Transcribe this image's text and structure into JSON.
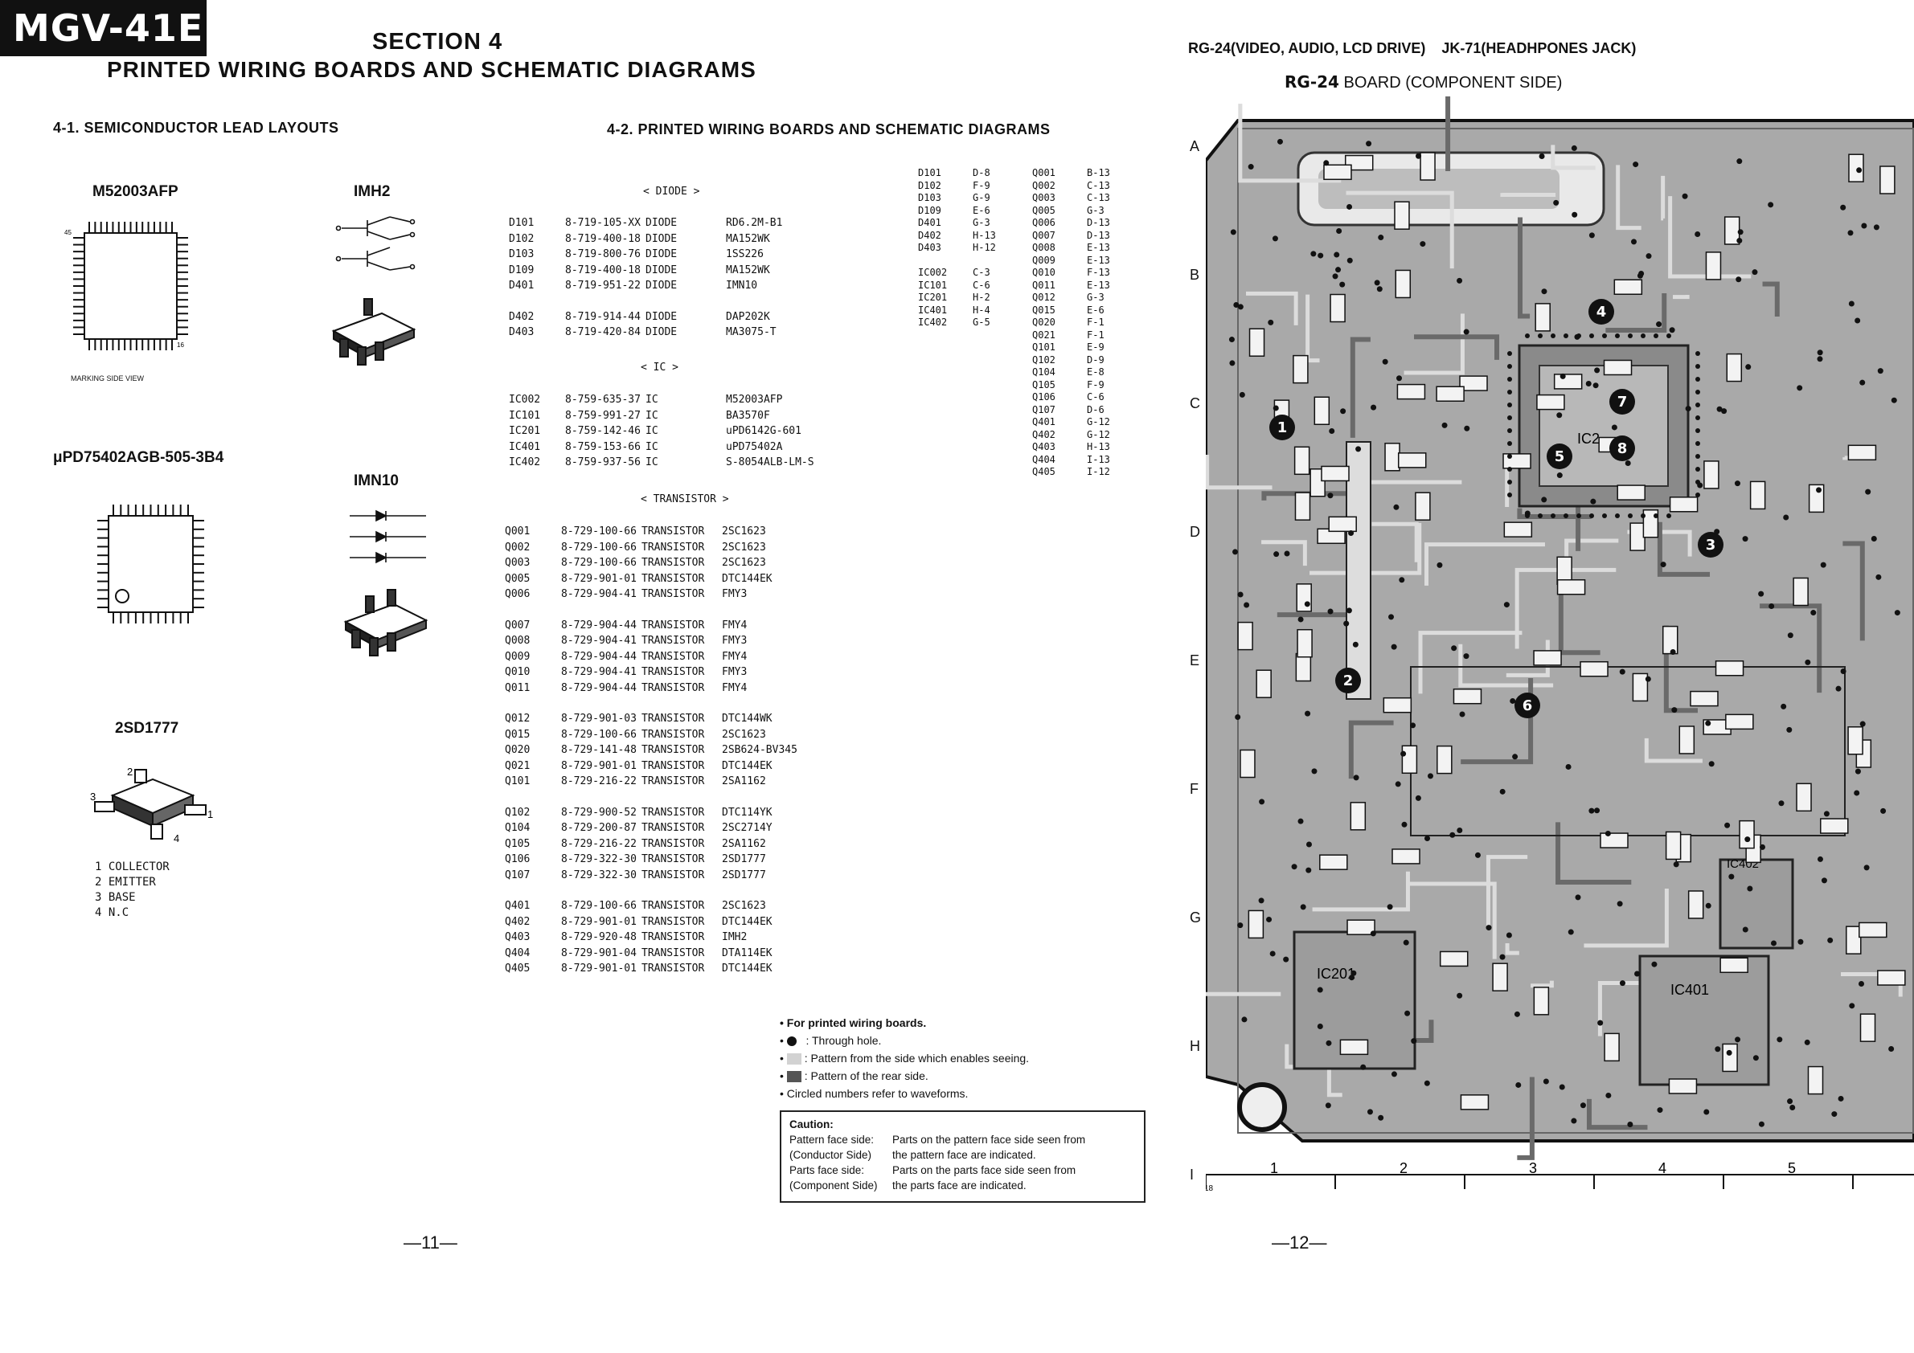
{
  "header": {
    "model": "MGV-41E",
    "section_number": "SECTION 4",
    "section_title": "PRINTED WIRING BOARDS AND SCHEMATIC DIAGRAMS"
  },
  "left_page": {
    "heading": "4-1. SEMICONDUCTOR LEAD LAYOUTS",
    "parts": {
      "m52003afp": "M52003AFP",
      "m52003afp_note": "MARKING SIDE VIEW",
      "imh2": "IMH2",
      "upd75402": "μPD75402AGB-505-3B4",
      "imn10": "IMN10",
      "sd1777": "2SD1777"
    },
    "pin_legend": [
      "1 COLLECTOR",
      "2 EMITTER",
      "3 BASE",
      "4 N.C"
    ],
    "page_number": "—11—"
  },
  "middle": {
    "heading": "4-2. PRINTED WIRING BOARDS AND SCHEMATIC DIAGRAMS",
    "diode_header": "< DIODE >",
    "diodes": [
      {
        "ref": "D101",
        "part": "8-719-105-XX",
        "type": "DIODE",
        "name": "RD6.2M-B1"
      },
      {
        "ref": "D102",
        "part": "8-719-400-18",
        "type": "DIODE",
        "name": "MA152WK"
      },
      {
        "ref": "D103",
        "part": "8-719-800-76",
        "type": "DIODE",
        "name": "1SS226"
      },
      {
        "ref": "D109",
        "part": "8-719-400-18",
        "type": "DIODE",
        "name": "MA152WK"
      },
      {
        "ref": "D401",
        "part": "8-719-951-22",
        "type": "DIODE",
        "name": "IMN10"
      },
      {
        "ref": "D402",
        "part": "8-719-914-44",
        "type": "DIODE",
        "name": "DAP202K"
      },
      {
        "ref": "D403",
        "part": "8-719-420-84",
        "type": "DIODE",
        "name": "MA3075-T"
      }
    ],
    "ic_header": "< IC >",
    "ics": [
      {
        "ref": "IC002",
        "part": "8-759-635-37",
        "type": "IC",
        "name": "M52003AFP"
      },
      {
        "ref": "IC101",
        "part": "8-759-991-27",
        "type": "IC",
        "name": "BA3570F"
      },
      {
        "ref": "IC201",
        "part": "8-759-142-46",
        "type": "IC",
        "name": "uPD6142G-601"
      },
      {
        "ref": "IC401",
        "part": "8-759-153-66",
        "type": "IC",
        "name": "uPD75402A"
      },
      {
        "ref": "IC402",
        "part": "8-759-937-56",
        "type": "IC",
        "name": "S-8054ALB-LM-S"
      }
    ],
    "tr_header": "< TRANSISTOR >",
    "transistors": [
      {
        "ref": "Q001",
        "part": "8-729-100-66",
        "type": "TRANSISTOR",
        "name": "2SC1623"
      },
      {
        "ref": "Q002",
        "part": "8-729-100-66",
        "type": "TRANSISTOR",
        "name": "2SC1623"
      },
      {
        "ref": "Q003",
        "part": "8-729-100-66",
        "type": "TRANSISTOR",
        "name": "2SC1623"
      },
      {
        "ref": "Q005",
        "part": "8-729-901-01",
        "type": "TRANSISTOR",
        "name": "DTC144EK"
      },
      {
        "ref": "Q006",
        "part": "8-729-904-41",
        "type": "TRANSISTOR",
        "name": "FMY3"
      },
      {
        "ref": "Q007",
        "part": "8-729-904-44",
        "type": "TRANSISTOR",
        "name": "FMY4"
      },
      {
        "ref": "Q008",
        "part": "8-729-904-41",
        "type": "TRANSISTOR",
        "name": "FMY3"
      },
      {
        "ref": "Q009",
        "part": "8-729-904-44",
        "type": "TRANSISTOR",
        "name": "FMY4"
      },
      {
        "ref": "Q010",
        "part": "8-729-904-41",
        "type": "TRANSISTOR",
        "name": "FMY3"
      },
      {
        "ref": "Q011",
        "part": "8-729-904-44",
        "type": "TRANSISTOR",
        "name": "FMY4"
      },
      {
        "ref": "Q012",
        "part": "8-729-901-03",
        "type": "TRANSISTOR",
        "name": "DTC144WK"
      },
      {
        "ref": "Q015",
        "part": "8-729-100-66",
        "type": "TRANSISTOR",
        "name": "2SC1623"
      },
      {
        "ref": "Q020",
        "part": "8-729-141-48",
        "type": "TRANSISTOR",
        "name": "2SB624-BV345"
      },
      {
        "ref": "Q021",
        "part": "8-729-901-01",
        "type": "TRANSISTOR",
        "name": "DTC144EK"
      },
      {
        "ref": "Q101",
        "part": "8-729-216-22",
        "type": "TRANSISTOR",
        "name": "2SA1162"
      },
      {
        "ref": "Q102",
        "part": "8-729-900-52",
        "type": "TRANSISTOR",
        "name": "DTC114YK"
      },
      {
        "ref": "Q104",
        "part": "8-729-200-87",
        "type": "TRANSISTOR",
        "name": "2SC2714Y"
      },
      {
        "ref": "Q105",
        "part": "8-729-216-22",
        "type": "TRANSISTOR",
        "name": "2SA1162"
      },
      {
        "ref": "Q106",
        "part": "8-729-322-30",
        "type": "TRANSISTOR",
        "name": "2SD1777"
      },
      {
        "ref": "Q107",
        "part": "8-729-322-30",
        "type": "TRANSISTOR",
        "name": "2SD1777"
      },
      {
        "ref": "Q401",
        "part": "8-729-100-66",
        "type": "TRANSISTOR",
        "name": "2SC1623"
      },
      {
        "ref": "Q402",
        "part": "8-729-901-01",
        "type": "TRANSISTOR",
        "name": "DTC144EK"
      },
      {
        "ref": "Q403",
        "part": "8-729-920-48",
        "type": "TRANSISTOR",
        "name": "IMH2"
      },
      {
        "ref": "Q404",
        "part": "8-729-901-04",
        "type": "TRANSISTOR",
        "name": "DTA114EK"
      },
      {
        "ref": "Q405",
        "part": "8-729-901-01",
        "type": "TRANSISTOR",
        "name": "DTC144EK"
      }
    ],
    "locations_a": [
      [
        "D101",
        "D-8"
      ],
      [
        "D102",
        "F-9"
      ],
      [
        "D103",
        "G-9"
      ],
      [
        "D109",
        "E-6"
      ],
      [
        "D401",
        "G-3"
      ],
      [
        "D402",
        "H-13"
      ],
      [
        "D403",
        "H-12"
      ],
      [
        "",
        ""
      ],
      [
        "IC002",
        "C-3"
      ],
      [
        "IC101",
        "C-6"
      ],
      [
        "IC201",
        "H-2"
      ],
      [
        "IC401",
        "H-4"
      ],
      [
        "IC402",
        "G-5"
      ]
    ],
    "locations_b": [
      [
        "Q001",
        "B-13"
      ],
      [
        "Q002",
        "C-13"
      ],
      [
        "Q003",
        "C-13"
      ],
      [
        "Q005",
        "G-3"
      ],
      [
        "Q006",
        "D-13"
      ],
      [
        "Q007",
        "D-13"
      ],
      [
        "Q008",
        "E-13"
      ],
      [
        "Q009",
        "E-13"
      ],
      [
        "Q010",
        "F-13"
      ],
      [
        "Q011",
        "E-13"
      ],
      [
        "Q012",
        "G-3"
      ],
      [
        "Q015",
        "E-6"
      ],
      [
        "Q020",
        "F-1"
      ],
      [
        "Q021",
        "F-1"
      ],
      [
        "Q101",
        "E-9"
      ],
      [
        "Q102",
        "D-9"
      ],
      [
        "Q104",
        "E-8"
      ],
      [
        "Q105",
        "F-9"
      ],
      [
        "Q106",
        "C-6"
      ],
      [
        "Q107",
        "D-6"
      ],
      [
        "Q401",
        "G-12"
      ],
      [
        "Q402",
        "G-12"
      ],
      [
        "Q403",
        "H-13"
      ],
      [
        "Q404",
        "I-13"
      ],
      [
        "Q405",
        "I-12"
      ]
    ],
    "legend": {
      "title": "For printed wiring boards.",
      "items": [
        ": Through hole.",
        ": Pattern from the side which enables seeing.",
        ": Pattern of the rear side.",
        "Circled numbers refer to waveforms."
      ]
    },
    "caution": {
      "title": "Caution:",
      "lines": [
        [
          "Pattern face side:",
          "Parts on the pattern face side seen from"
        ],
        [
          "(Conductor Side)",
          "the pattern face are indicated."
        ],
        [
          "Parts face side:",
          "Parts on the parts face side seen from"
        ],
        [
          "(Component Side)",
          "the parts face are indicated."
        ]
      ]
    }
  },
  "right_page": {
    "header": "RG-24(VIDEO, AUDIO, LCD DRIVE)    JK-71(HEADHPONES JACK)",
    "board_title_bold": "RG-24",
    "board_title_rest": " BOARD (COMPONENT SIDE)",
    "row_labels": [
      "A",
      "B",
      "C",
      "D",
      "E",
      "F",
      "G",
      "H",
      "I"
    ],
    "col_labels": [
      "1",
      "2",
      "3",
      "4",
      "5"
    ],
    "corner_label": "18",
    "ic_labels": [
      "IC2",
      "IC201",
      "IC401",
      "IC402"
    ],
    "waveform_markers": [
      "1",
      "2",
      "3",
      "4",
      "5",
      "6",
      "7",
      "8"
    ],
    "page_number": "—12—"
  },
  "colors": {
    "ink": "#111111",
    "paper": "#ffffff",
    "board_gray": "#9a9a9a",
    "board_light": "#d6d6d6"
  }
}
